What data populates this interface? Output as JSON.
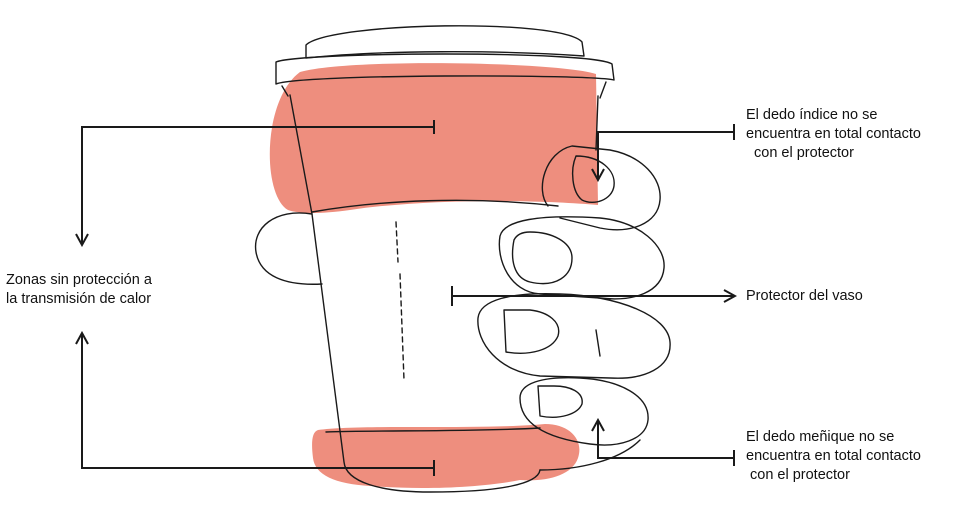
{
  "labels": {
    "heat_zones": [
      "Zonas sin protección a",
      "la transmisión de calor"
    ],
    "index_finger": [
      "El dedo índice no se",
      "encuentra en total contacto",
      "con el protector"
    ],
    "sleeve": "Protector del vaso",
    "pinky_finger": [
      "El dedo meñique no se",
      "encuentra en total contacto",
      "con el protector"
    ]
  },
  "colors": {
    "heat_zone": "#EE8E7E",
    "line": "#1a1a1a",
    "background": "#ffffff"
  }
}
